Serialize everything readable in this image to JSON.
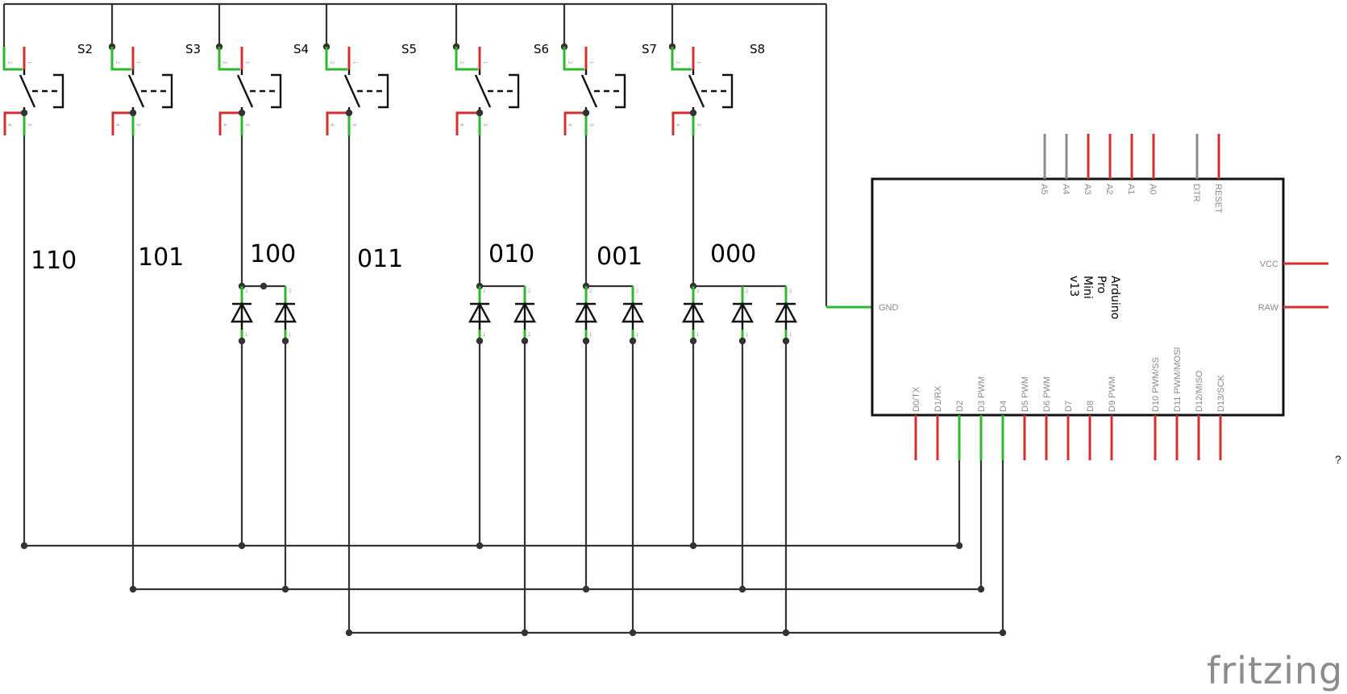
{
  "switches": [
    {
      "label": ""
    },
    {
      "label": "S2"
    },
    {
      "label": "S3"
    },
    {
      "label": "S4"
    },
    {
      "label": "S5"
    },
    {
      "label": "S6"
    },
    {
      "label": "S7"
    },
    {
      "label": "S8"
    }
  ],
  "switch_pins": [
    "2",
    "1",
    "4",
    "3"
  ],
  "codes": [
    "110",
    "101",
    "100",
    "011",
    "010",
    "001",
    "000"
  ],
  "diode_pins": [
    "2",
    "1"
  ],
  "board": {
    "name_lines": [
      "Arduino",
      "Pro",
      "Mini",
      "v13"
    ],
    "top_pins": [
      "A5",
      "A4",
      "A3",
      "A2",
      "A1",
      "A0",
      "DTR",
      "RESET"
    ],
    "left_pins": [
      "GND"
    ],
    "right_pins": [
      "VCC",
      "RAW"
    ],
    "bottom_pins": [
      "D0/TX",
      "D1/RX",
      "D2",
      "D3 PWM",
      "D4",
      "D5 PWM",
      "D6 PWM",
      "D7",
      "D8",
      "D9 PWM",
      "D10 PWM/SS",
      "D11 PWM/MOSI",
      "D12/MISO",
      "D13/SCK"
    ]
  },
  "colors": {
    "pin_connected": "#2db82d",
    "pin_unconnected": "#d32f2f",
    "pin_neutral": "#8a8a8a",
    "wire": "#333333"
  },
  "stray_mark": "?",
  "logo": "fritzing"
}
